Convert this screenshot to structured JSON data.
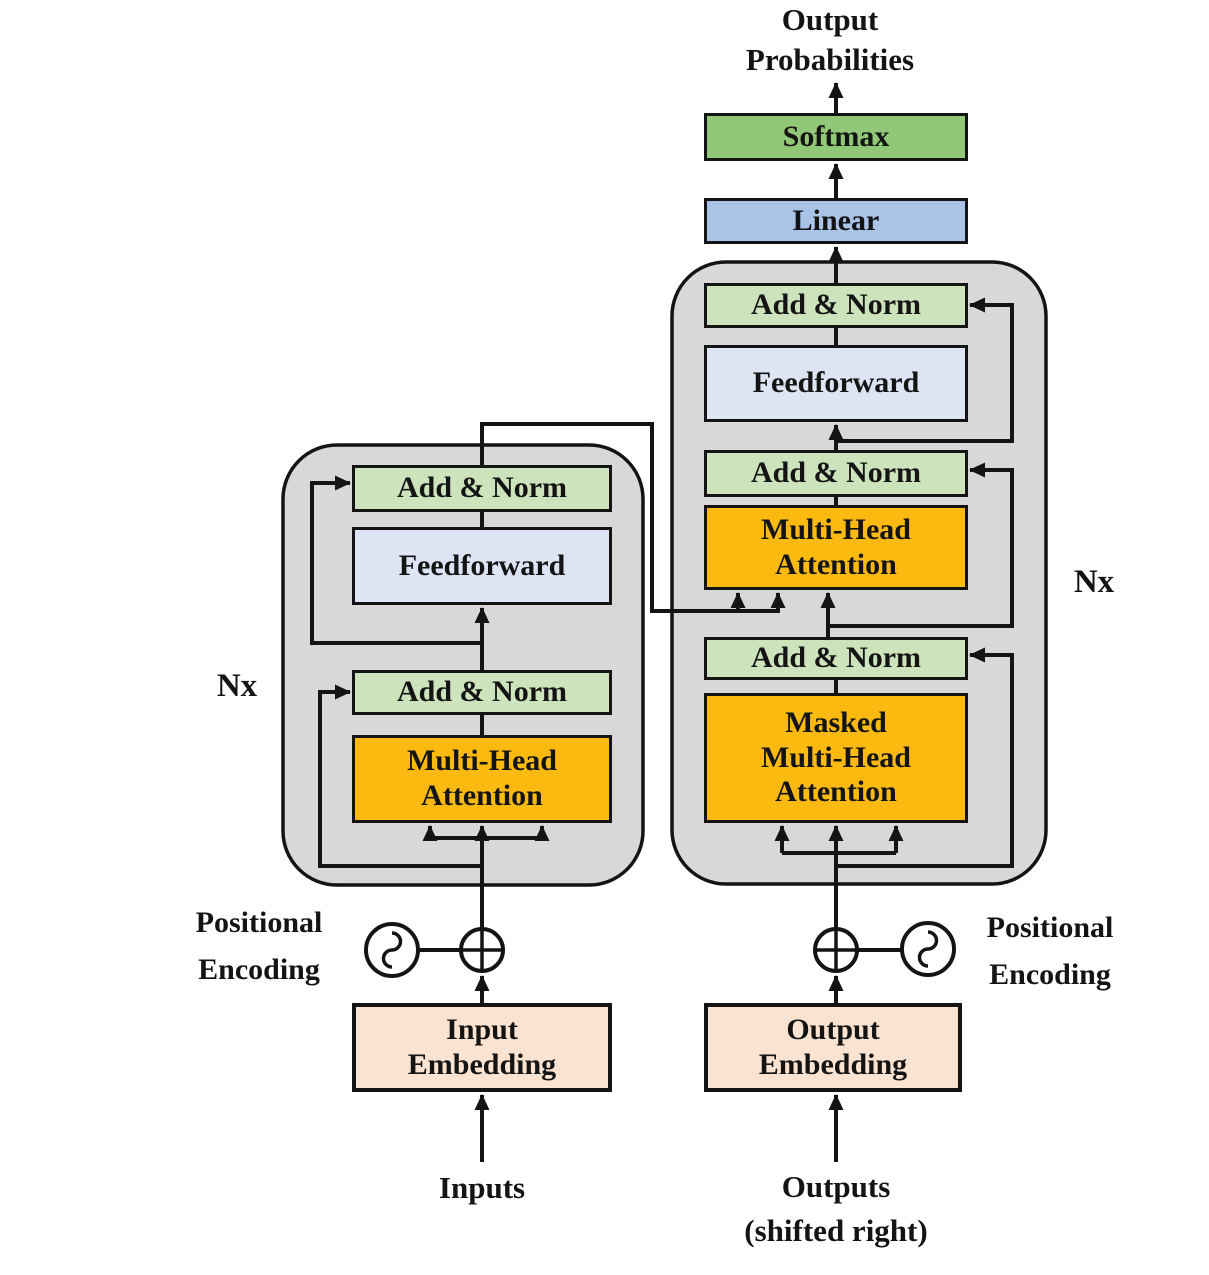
{
  "title": {
    "line1": "Output",
    "line2": "Probabilities"
  },
  "decoder": {
    "softmax_label": "Softmax",
    "linear_label": "Linear",
    "add_norm_top_label": "Add & Norm",
    "feedforward_label": "Feedforward",
    "add_norm_mid_label": "Add & Norm",
    "mha_label": {
      "line1": "Multi-Head",
      "line2": "Attention"
    },
    "add_norm_bottom_label": "Add & Norm",
    "masked_mha_label": {
      "line1": "Masked",
      "line2": "Multi-Head",
      "line3": "Attention"
    },
    "nx_label": "Nx",
    "embedding_label": {
      "line1": "Output",
      "line2": "Embedding"
    },
    "positional_label": {
      "line1": "Positional",
      "line2": "Encoding"
    },
    "bottom_label": {
      "line1": "Outputs",
      "line2": "(shifted right)"
    }
  },
  "encoder": {
    "add_norm_top_label": "Add & Norm",
    "feedforward_label": "Feedforward",
    "add_norm_bottom_label": "Add & Norm",
    "mha_label": {
      "line1": "Multi-Head",
      "line2": "Attention"
    },
    "nx_label": "Nx",
    "embedding_label": {
      "line1": "Input",
      "line2": "Embedding"
    },
    "positional_label": {
      "line1": "Positional",
      "line2": "Encoding"
    },
    "bottom_label": "Inputs"
  },
  "icons": {
    "sum_icon": "circle-plus",
    "wave_icon": "circle-sine-wave"
  },
  "colors": {
    "line_black": "#141414",
    "container_gray": "#d8d8d8",
    "addnorm_green": "#cce3bc",
    "softmax_green": "#90c877",
    "linear_blue": "#aac4e8",
    "ff_blue": "#dde4f4",
    "attn_orange": "#fcb90f",
    "emb_peach": "#fbe3d1",
    "page_bg": "#ffffff"
  }
}
